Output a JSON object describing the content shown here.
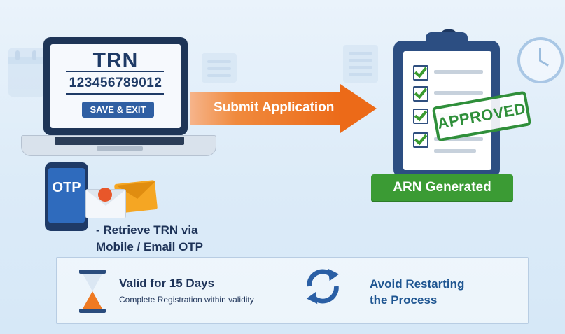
{
  "laptop": {
    "heading": "TRN",
    "number": "123456789012",
    "save_button": "SAVE & EXIT"
  },
  "arrow": {
    "label": "Submit Application"
  },
  "clipboard": {
    "stamp": "APPROVED"
  },
  "arn_banner": "ARN Generated",
  "phone": {
    "label": "OTP"
  },
  "retrieve": {
    "line1": "- Retrieve TRN via",
    "line2": "Mobile / Email OTP"
  },
  "panel": {
    "validity_title": "Valid for 15 Days",
    "validity_subtitle": "Complete Registration within validity",
    "avoid_line1": "Avoid Restarting",
    "avoid_line2": "the Process"
  },
  "colors": {
    "navy": "#1e3a66",
    "orange": "#ec6a18",
    "green": "#3b9b34",
    "blue": "#2f5fa3"
  },
  "icons": [
    "calendar-icon",
    "laptop-icon",
    "document-icon",
    "clipboard-icon",
    "clock-icon",
    "phone-icon",
    "envelope-icon",
    "hourglass-icon",
    "refresh-cycle-icon"
  ]
}
